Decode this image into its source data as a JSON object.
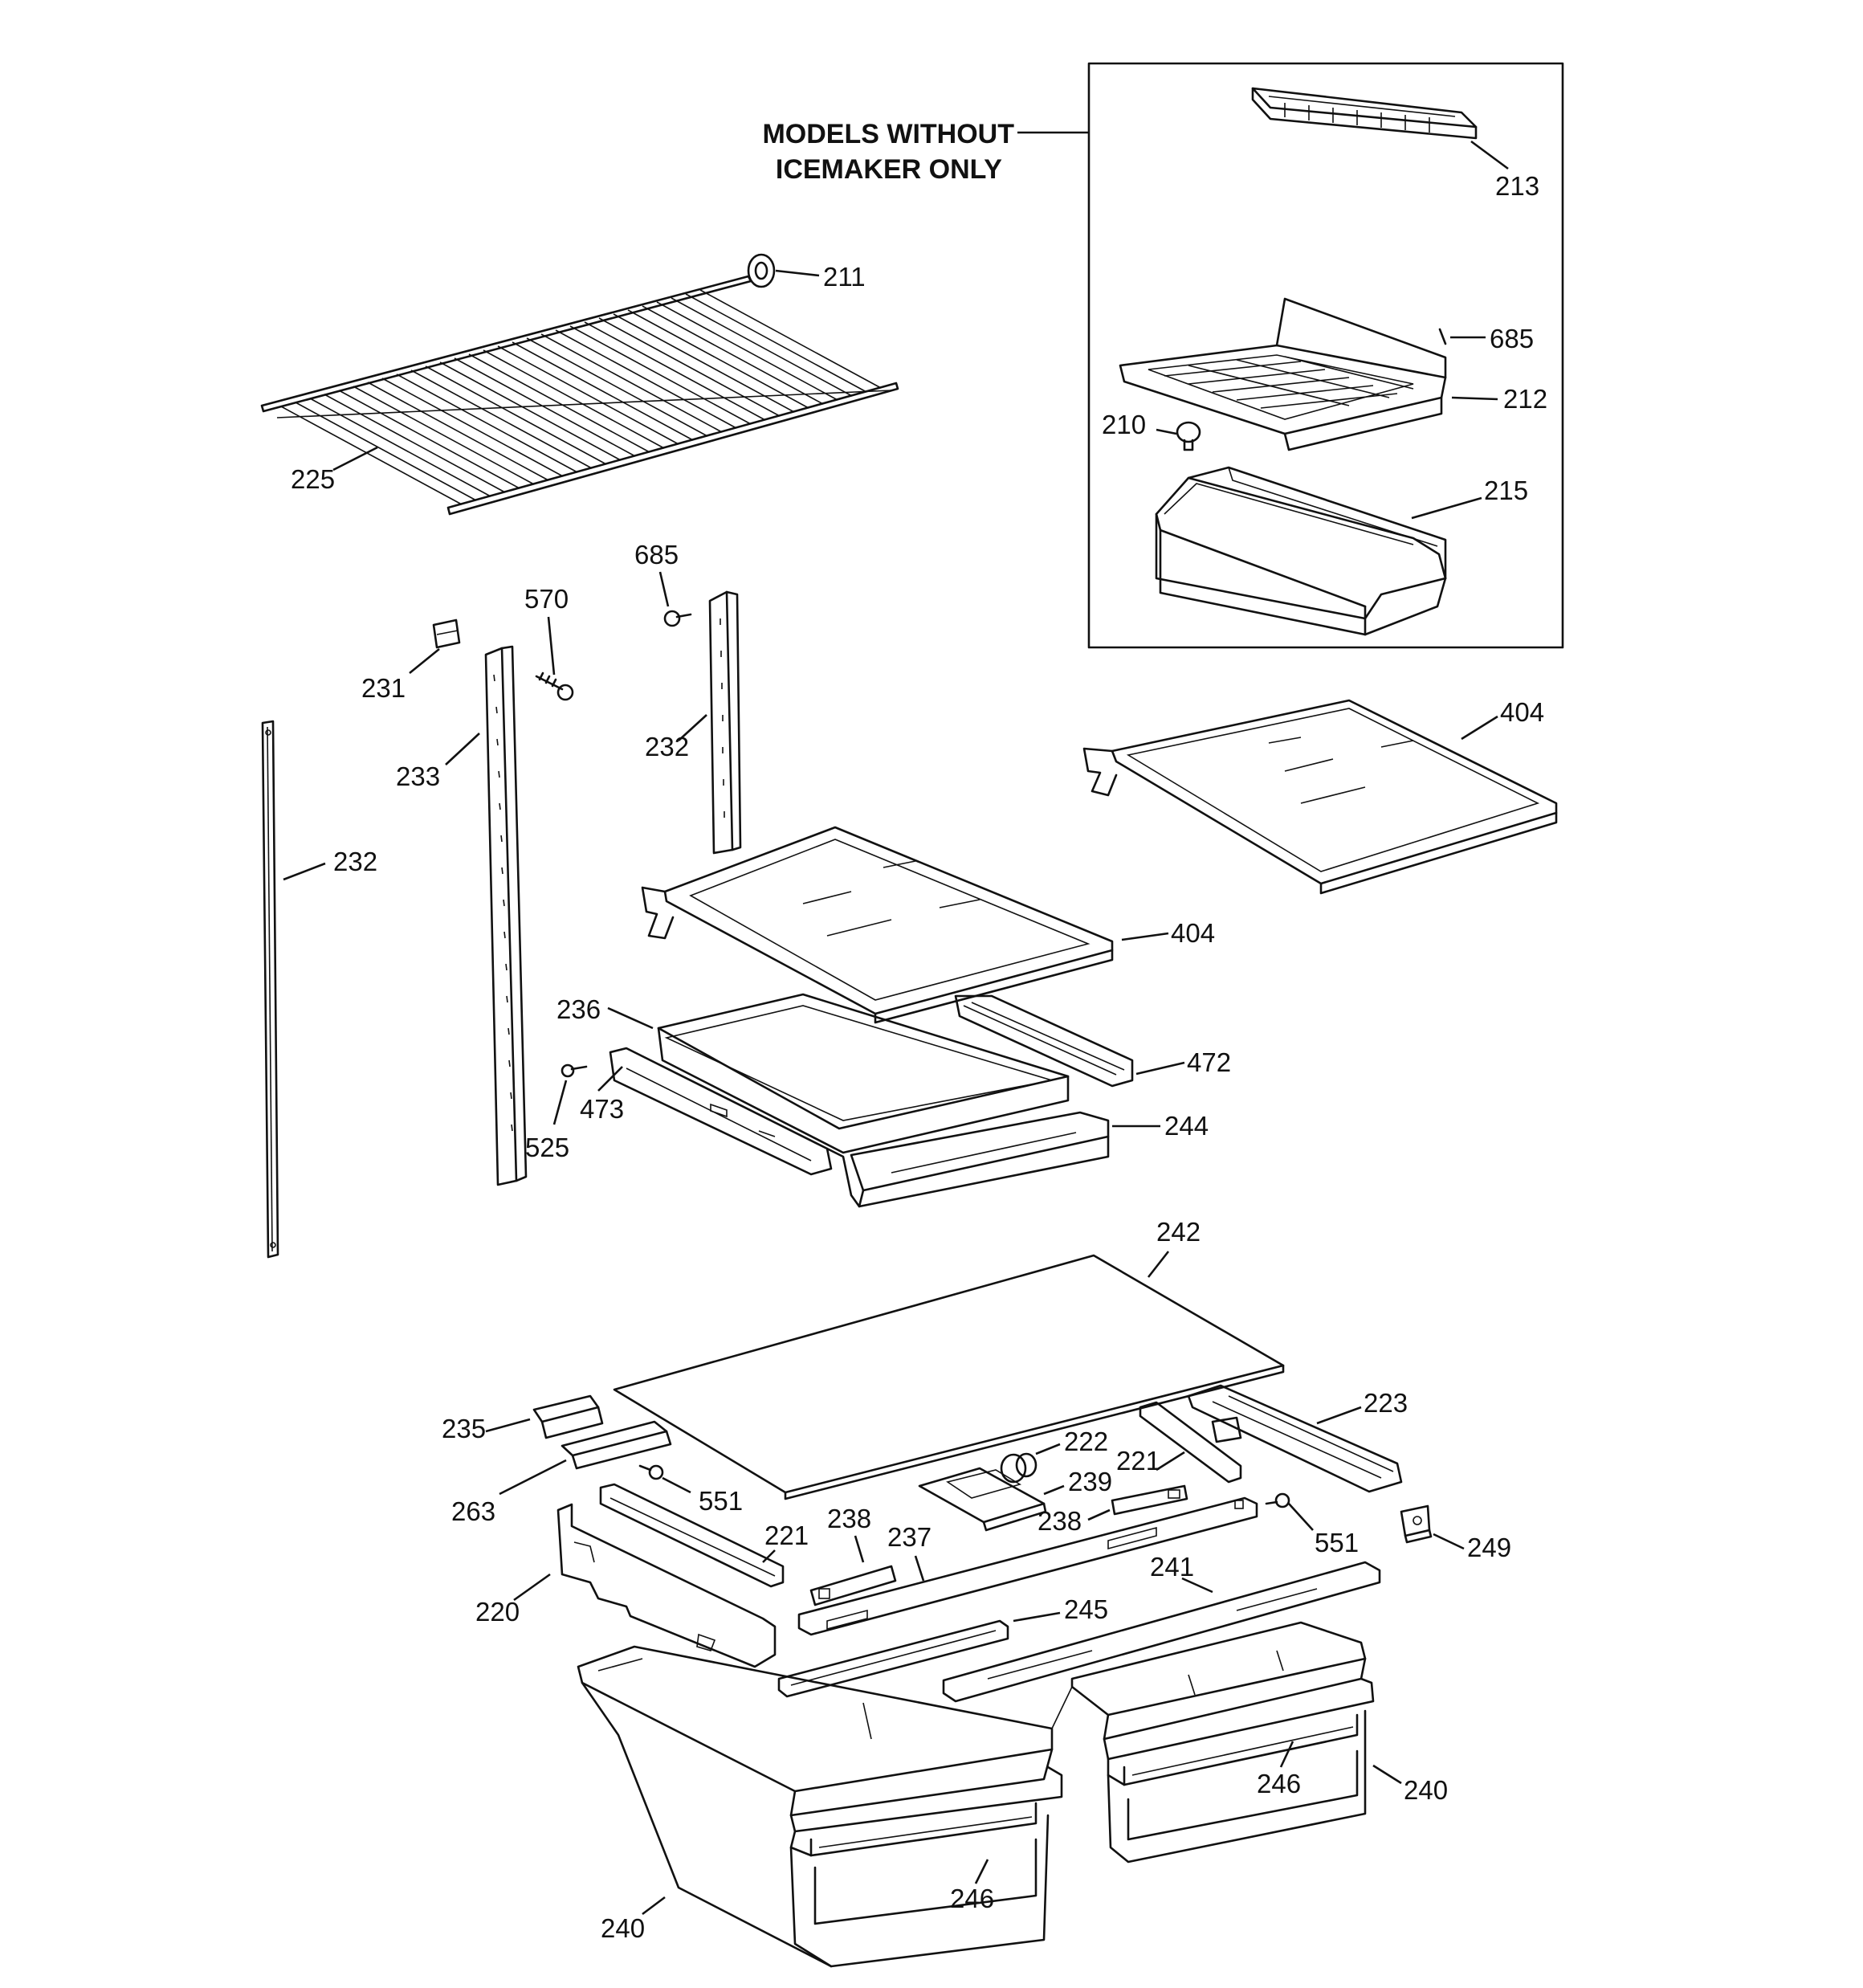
{
  "note": {
    "line1": "MODELS WITHOUT",
    "line2": "ICEMAKER ONLY"
  },
  "labels": {
    "p213": "213",
    "p211": "211",
    "p685a": "685",
    "p212": "212",
    "p210": "210",
    "p215": "215",
    "p225": "225",
    "p685b": "685",
    "p570": "570",
    "p231": "231",
    "p232a": "232",
    "p233": "233",
    "p232b": "232",
    "p404a": "404",
    "p404b": "404",
    "p236": "236",
    "p472": "472",
    "p473": "473",
    "p525": "525",
    "p244": "244",
    "p242": "242",
    "p223": "223",
    "p235": "235",
    "p222": "222",
    "p221a": "221",
    "p239": "239",
    "p263": "263",
    "p551a": "551",
    "p238a": "238",
    "p238b": "238",
    "p551b": "551",
    "p249": "249",
    "p221b": "221",
    "p237": "237",
    "p241": "241",
    "p220": "220",
    "p245": "245",
    "p246a": "246",
    "p240a": "240",
    "p246b": "246",
    "p240b": "240"
  }
}
